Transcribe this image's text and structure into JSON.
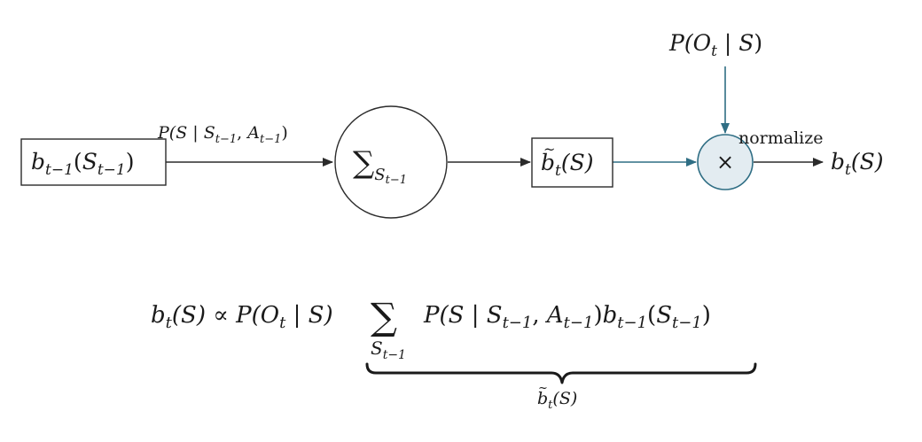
{
  "colors": {
    "ink": "#1a1a1a",
    "observation_accent": "#2f6e84",
    "multiply_fill": "#e3ecf1"
  },
  "diagram": {
    "prior_belief": {
      "var": "b",
      "sub": "t−1",
      "open": "(",
      "arg": "S",
      "arg_sub": "t−1",
      "close": ")"
    },
    "transition_label": {
      "text_a": "P(",
      "S": "S",
      "bar": " | ",
      "S2": "S",
      "S2_sub": "t−1",
      "comma": ", ",
      "A": "A",
      "A_sub": "t−1",
      "close": ")"
    },
    "sum_node": {
      "symbol": "∑",
      "sub_var": "S",
      "sub_sub": "t−1"
    },
    "predicted_belief": {
      "var": "b",
      "tilde": "~",
      "sub": "t",
      "arg": "(S)"
    },
    "observation": {
      "p": "P(",
      "O": "O",
      "O_sub": "t",
      "bar": " | ",
      "S": "S",
      "close": ")"
    },
    "multiply_node": {
      "symbol": "×"
    },
    "normalize_label": "normalize",
    "posterior_belief": {
      "var": "b",
      "sub": "t",
      "arg": "(S)"
    }
  },
  "formula": {
    "lhs_var": "b",
    "lhs_sub": "t",
    "lhs_arg": "(S)",
    "propto": "∝",
    "obs_p": "P(",
    "obs_O": "O",
    "obs_O_sub": "t",
    "obs_rest": " | S)",
    "sum_symbol": "∑",
    "sum_sub_var": "S",
    "sum_sub_sub": "t−1",
    "trans_p": "P(S | ",
    "trans_S": "S",
    "trans_S_sub": "t−1",
    "trans_comma": ", ",
    "trans_A": "A",
    "trans_A_sub": "t−1",
    "trans_close": ")",
    "belief_var": "b",
    "belief_sub": "t−1",
    "belief_open": "(",
    "belief_S": "S",
    "belief_S_sub": "t−1",
    "belief_close": ")",
    "underbrace_label": {
      "var": "b",
      "tilde": "~",
      "sub": "t",
      "arg": "(S)"
    }
  }
}
